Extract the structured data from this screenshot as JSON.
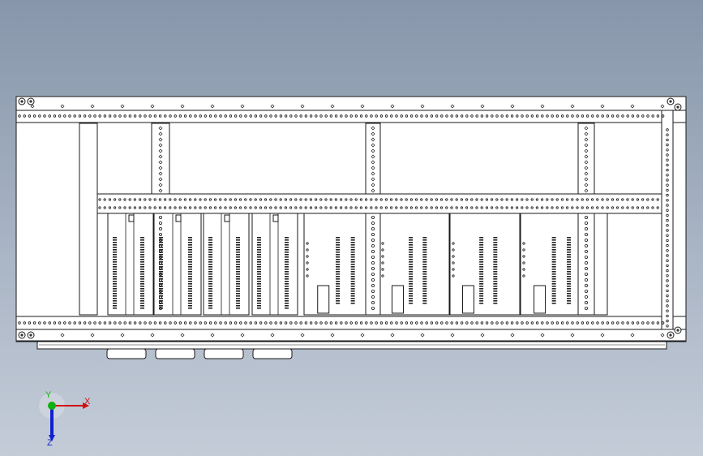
{
  "viewport": {
    "background_top": "#8796ab",
    "background_bottom": "#c4ccd8"
  },
  "model": {
    "fill": "#ffffff",
    "stroke": "#1a1a1a",
    "modules_count": 8
  },
  "triad": {
    "x_label": "X",
    "y_label": "Y",
    "z_label": "Z",
    "x_color": "#d01010",
    "y_color": "#10b010",
    "z_color": "#1020d0"
  }
}
